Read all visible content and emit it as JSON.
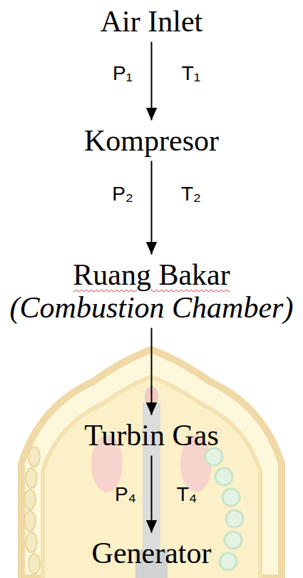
{
  "diagram": {
    "nodes": [
      {
        "text": [
          "Air Inlet"
        ]
      },
      {
        "text": [
          "Kompresor"
        ]
      },
      {
        "text": [
          "Ruang Bakar",
          "(Combustion Chamber)"
        ]
      },
      {
        "text": [
          "Turbin Gas"
        ]
      },
      {
        "text": [
          "Generator"
        ]
      }
    ],
    "edges": [
      {
        "from": 0,
        "to": 1,
        "arrow": "to"
      },
      {
        "from": 1,
        "to": 2,
        "arrow": "to"
      },
      {
        "from": 2,
        "to": 3,
        "arrow": "to"
      },
      {
        "from": 3,
        "to": 4,
        "arrow": "to"
      }
    ],
    "labels": [
      "P₁",
      "T₁",
      "P₂",
      "T₂",
      "P₄",
      "T₄"
    ]
  }
}
